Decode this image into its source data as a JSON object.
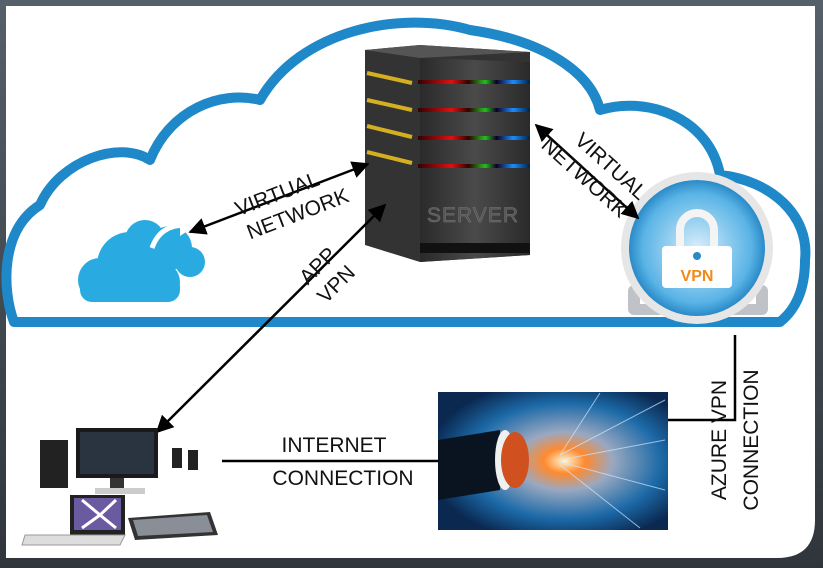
{
  "labels": {
    "virtual_network_left": [
      "VIRTUAL",
      "NETWORK"
    ],
    "virtual_network_right": [
      "VIRTUAL",
      "NETWORK"
    ],
    "app_vpn": [
      "APP",
      "VPN"
    ],
    "internet_connection": [
      "INTERNET",
      "CONNECTION"
    ],
    "azure_vpn_connection": [
      "AZURE VPN",
      "CONNECTION"
    ],
    "server_text": "SERVER",
    "vpn_badge": "VPN"
  },
  "colors": {
    "cloud_outline": "#1e88c8",
    "cloud_icon": "#29abe2",
    "vpn_orange": "#f08a1c",
    "frame": "#3a4148"
  }
}
